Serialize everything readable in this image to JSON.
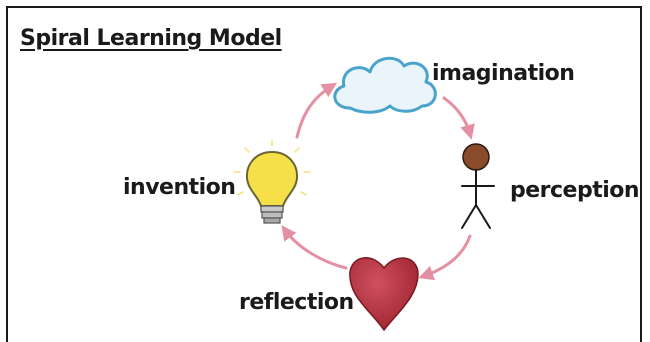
{
  "title": "Spiral Learning Model",
  "stages": [
    {
      "id": "imagination",
      "label": "imagination",
      "icon": "cloud-icon"
    },
    {
      "id": "perception",
      "label": "perception",
      "icon": "stick-figure-icon"
    },
    {
      "id": "reflection",
      "label": "reflection",
      "icon": "heart-icon"
    },
    {
      "id": "invention",
      "label": "invention",
      "icon": "lightbulb-icon"
    }
  ],
  "colors": {
    "arrow": "#e58fa3",
    "cloud_stroke": "#4aa3cc",
    "cloud_fill": "#eaf5fb",
    "heart": "#b6303e",
    "bulb": "#f5e04a",
    "figure_head": "#8a4b2a",
    "text": "#1a1a1a"
  }
}
